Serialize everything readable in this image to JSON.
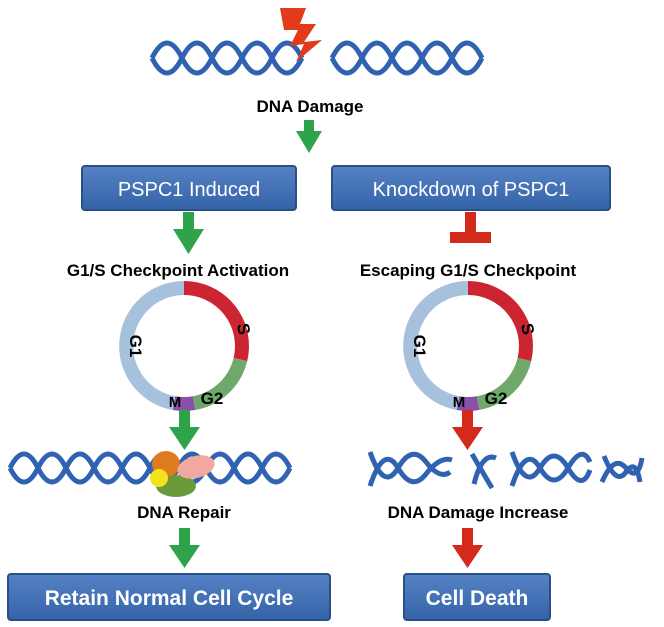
{
  "top": {
    "label": "DNA Damage"
  },
  "left": {
    "box": "PSPC1 Induced",
    "step": "G1/S Checkpoint Activation",
    "repair": "DNA Repair",
    "result": "Retain Normal Cell Cycle"
  },
  "right": {
    "box": "Knockdown of PSPC1",
    "step": "Escaping G1/S Checkpoint",
    "damage": "DNA Damage Increase",
    "result": "Cell Death"
  },
  "cycle": {
    "g1": "G1",
    "s": "S",
    "g2": "G2",
    "m": "M"
  },
  "colors": {
    "box_fill": "#3f6fb5",
    "box_stroke": "#2a4f86",
    "dna": "#2f62b0",
    "green_arrow": "#2fa34a",
    "red_arrow": "#d42a1c",
    "g1": "#a7c0dc",
    "s": "#cc2430",
    "g2": "#6fa86a",
    "m": "#8a4fa6",
    "lightning": "#e23a1b"
  }
}
